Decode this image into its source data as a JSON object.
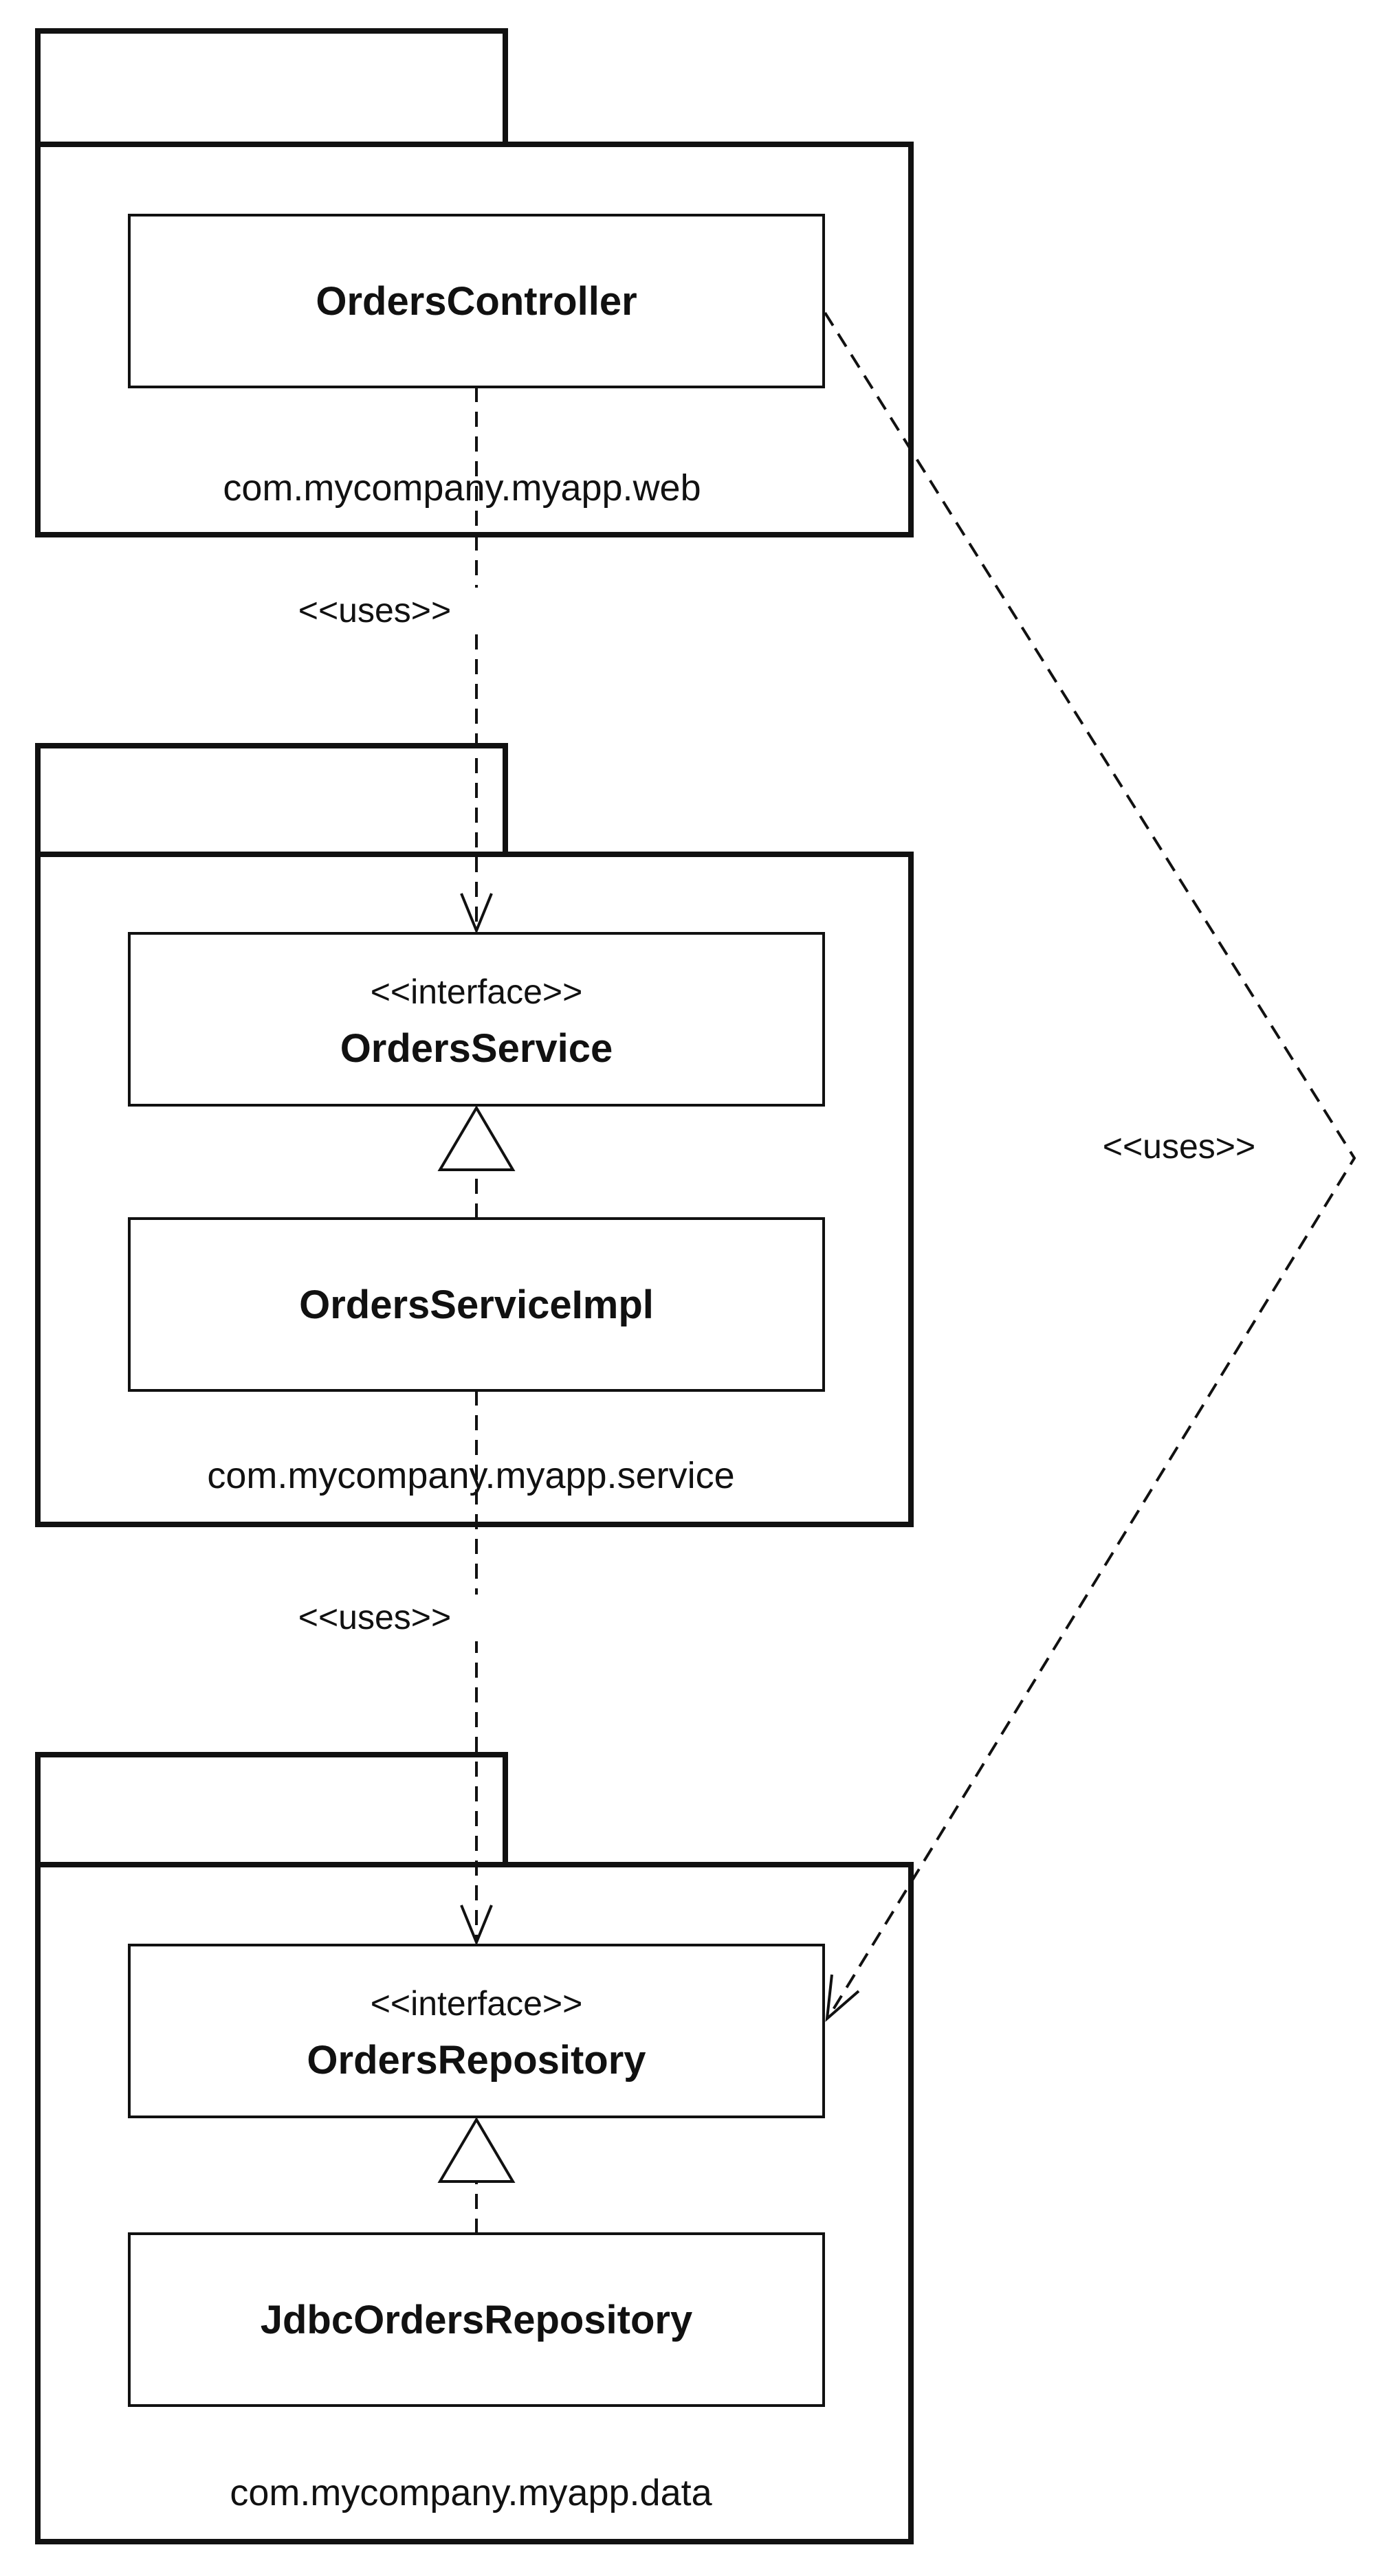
{
  "packages": {
    "web": {
      "name": "com.mycompany.myapp.web",
      "classes": {
        "controller": {
          "name": "OrdersController"
        }
      }
    },
    "service": {
      "name": "com.mycompany.myapp.service",
      "classes": {
        "service_interface": {
          "stereotype": "<<interface>>",
          "name": "OrdersService"
        },
        "service_impl": {
          "name": "OrdersServiceImpl"
        }
      }
    },
    "data": {
      "name": "com.mycompany.myapp.data",
      "classes": {
        "repository_interface": {
          "stereotype": "<<interface>>",
          "name": "OrdersRepository"
        },
        "repository_impl": {
          "name": "JdbcOrdersRepository"
        }
      }
    }
  },
  "dependencies": {
    "web_to_service": {
      "label": "<<uses>>"
    },
    "service_to_data": {
      "label": "<<uses>>"
    },
    "web_to_data": {
      "label": "<<uses>>"
    }
  }
}
